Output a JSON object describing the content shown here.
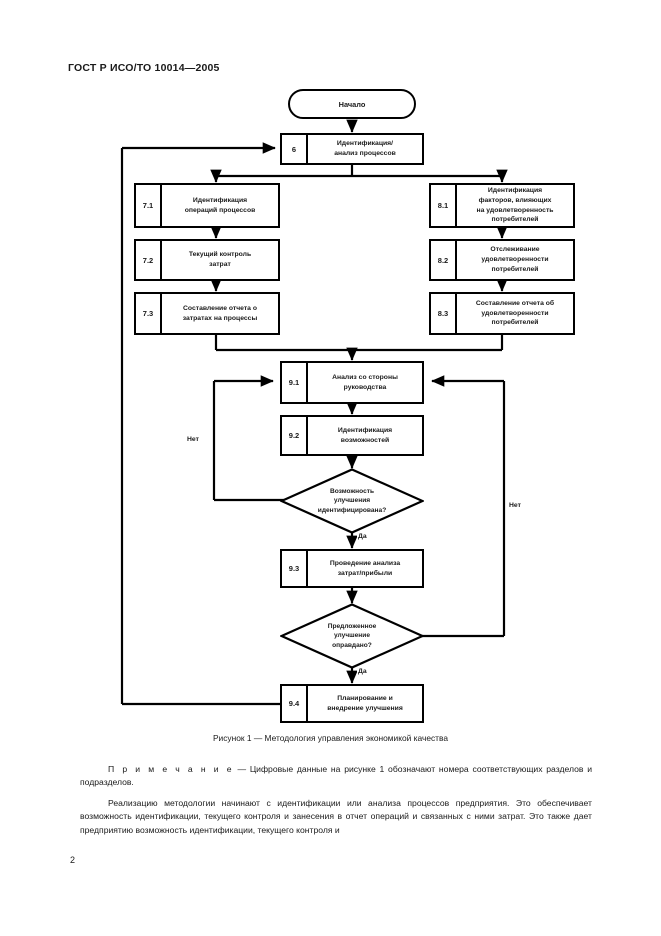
{
  "header": {
    "standard": "ГОСТ Р ИСО/ТО 10014—2005"
  },
  "flowchart": {
    "start": {
      "label": "Начало"
    },
    "nodes": [
      {
        "num": "6",
        "label": "Идентификация/\nанализ процессов"
      },
      {
        "num": "7.1",
        "label": "Идентификация\nопераций процессов"
      },
      {
        "num": "7.2",
        "label": "Текущий контроль\nзатрат"
      },
      {
        "num": "7.3",
        "label": "Составление отчета о\nзатратах на процессы"
      },
      {
        "num": "8.1",
        "label": "Идентификация\nфакторов, влияющих\nна удовлетворенность\nпотребителей"
      },
      {
        "num": "8.2",
        "label": "Отслеживание\nудовлетворенности\nпотребителей"
      },
      {
        "num": "8.3",
        "label": "Составление отчета об\nудовлетворенности\nпотребителей"
      },
      {
        "num": "9.1",
        "label": "Анализ со стороны\nруководства"
      },
      {
        "num": "9.2",
        "label": "Идентификация\nвозможностей"
      },
      {
        "num": "9.3",
        "label": "Проведение анализа\nзатрат/прибыли"
      },
      {
        "num": "9.4",
        "label": "Планирование и\nвнедрение улучшения"
      }
    ],
    "decisions": [
      {
        "label": "Возможность\nулучшения\nидентифицирована?"
      },
      {
        "label": "Предложенное\nулучшение\nоправдано?"
      }
    ],
    "edge_labels": {
      "yes": "Да",
      "no": "Нет"
    }
  },
  "caption": "Рисунок 1 — Методология управления экономикой качества",
  "note": {
    "lead": "П р и м е ч а н и е",
    "dash": " — ",
    "text": "Цифровые данные на рисунке 1 обозначают номера соответствующих разделов и подразделов."
  },
  "body": {
    "paragraph": "Реализацию методологии начинают с идентификации или анализа процессов предприятия. Это обеспечивает возможность идентификации, текущего контроля и занесения в отчет операций и связанных с ними затрат. Это также дает предприятию возможность идентификации, текущего контроля и"
  },
  "page_number": "2"
}
